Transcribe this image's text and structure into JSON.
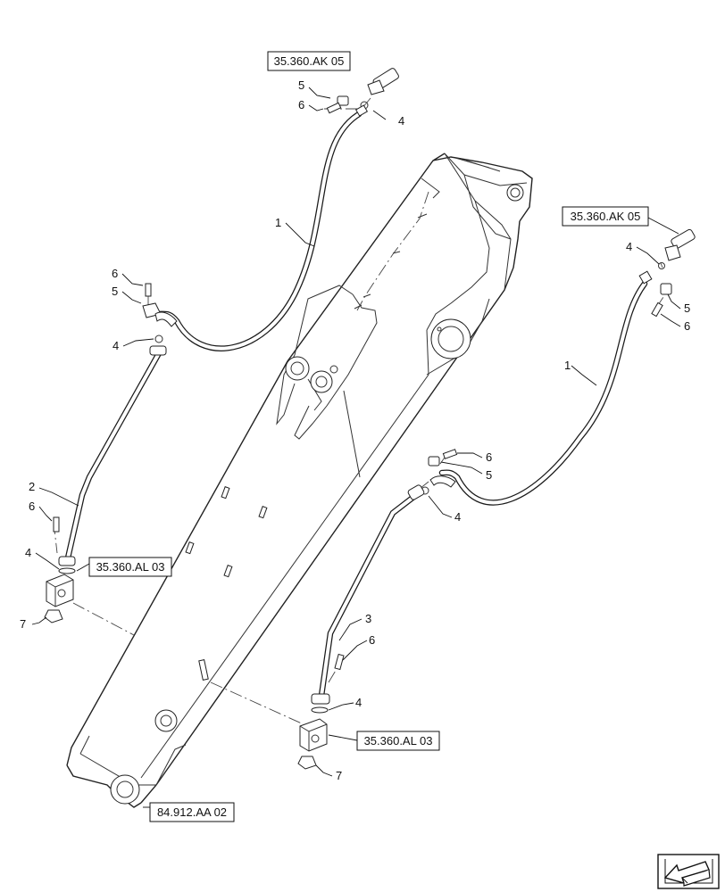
{
  "references": {
    "top": "35.360.AK 05",
    "right": "35.360.AK 05",
    "left_block": "35.360.AL 03",
    "right_block": "35.360.AL 03",
    "boom_pin": "84.912.AA 02"
  },
  "callouts": {
    "top_5": "5",
    "top_6": "6",
    "top_4": "4",
    "top_1": "1",
    "left_6": "6",
    "left_5": "5",
    "left_4": "4",
    "left_2": "2",
    "left_6b": "6",
    "left_4b": "4",
    "left_7": "7",
    "right_4": "4",
    "right_5": "5",
    "right_6": "6",
    "right_1": "1",
    "mid_6": "6",
    "mid_5": "5",
    "mid_4": "4",
    "right_3": "3",
    "right_6b": "6",
    "right_4b": "4",
    "right_7": "7"
  },
  "nav_icon": "return-arrow-icon"
}
